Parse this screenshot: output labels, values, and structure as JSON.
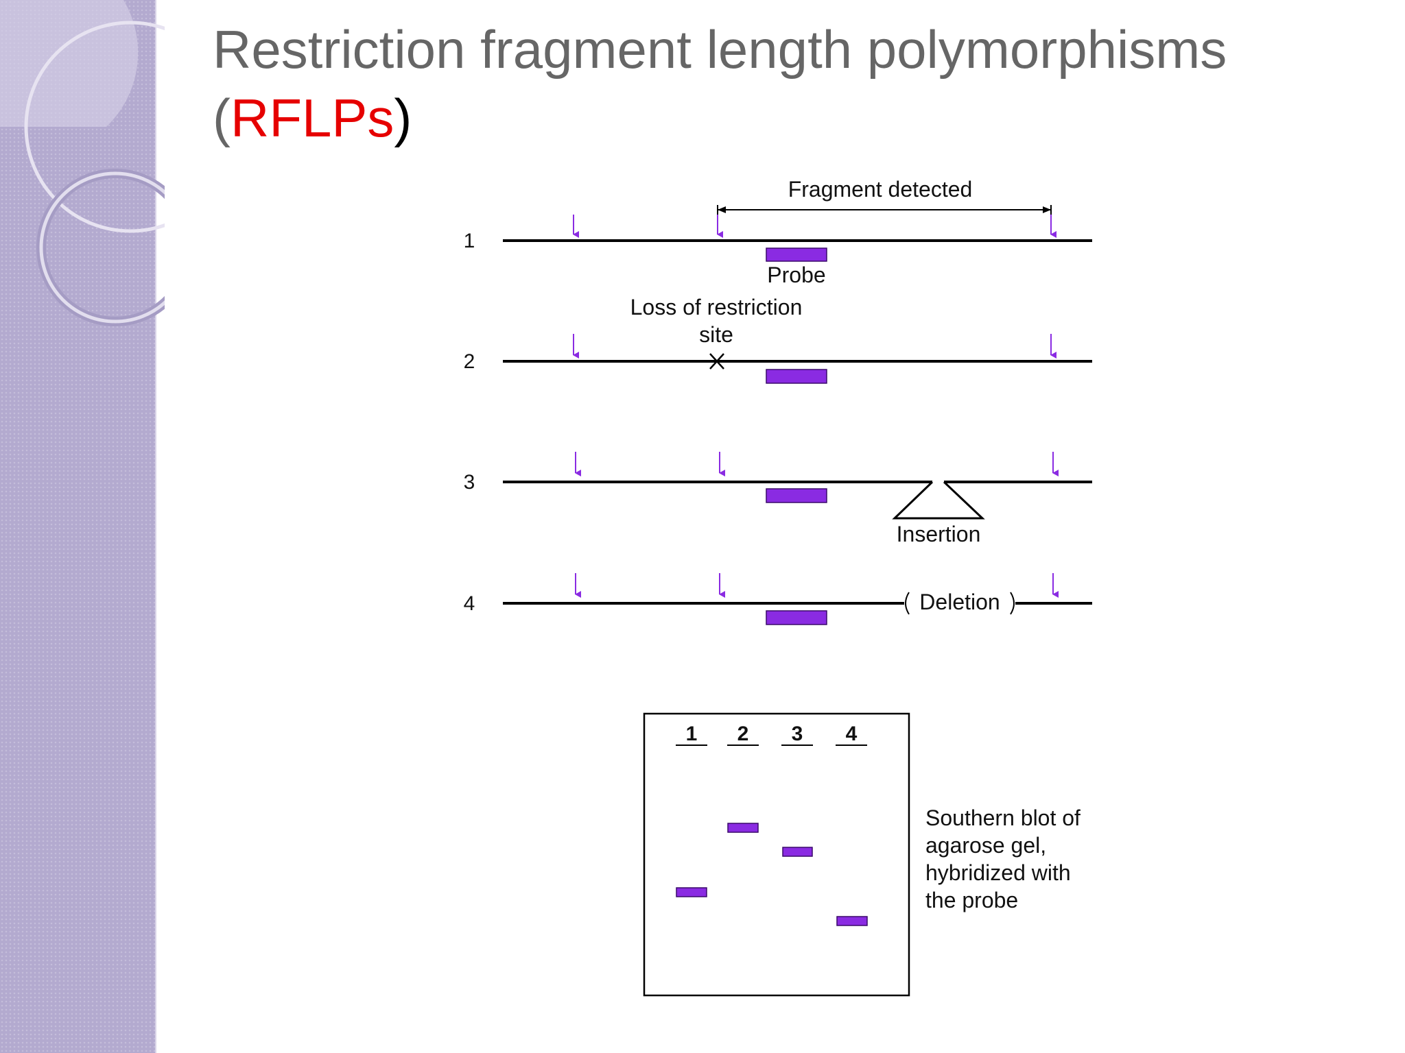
{
  "slide": {
    "title_line1": "Restriction fragment length polymorphisms",
    "title_open_paren": "(",
    "title_acronym": "RFLPs",
    "title_close_paren": ")"
  },
  "colors": {
    "sidebar": "#b3aacf",
    "title_text": "#666666",
    "accent": "#e60000",
    "probe": "#8a2be2",
    "arrow": "#8a2be2"
  },
  "diagram": {
    "fragment_label": "Fragment detected",
    "probe_label": "Probe",
    "loss_label_line1": "Loss of restriction",
    "loss_label_line2": "site",
    "insertion_label": "Insertion",
    "deletion_label": "Deletion",
    "rows": [
      {
        "number": "1"
      },
      {
        "number": "2"
      },
      {
        "number": "3"
      },
      {
        "number": "4"
      }
    ]
  },
  "blot": {
    "lanes": [
      "1",
      "2",
      "3",
      "4"
    ],
    "caption_lines": [
      "Southern blot of",
      "agarose gel,",
      "hybridized with",
      "the probe"
    ]
  }
}
